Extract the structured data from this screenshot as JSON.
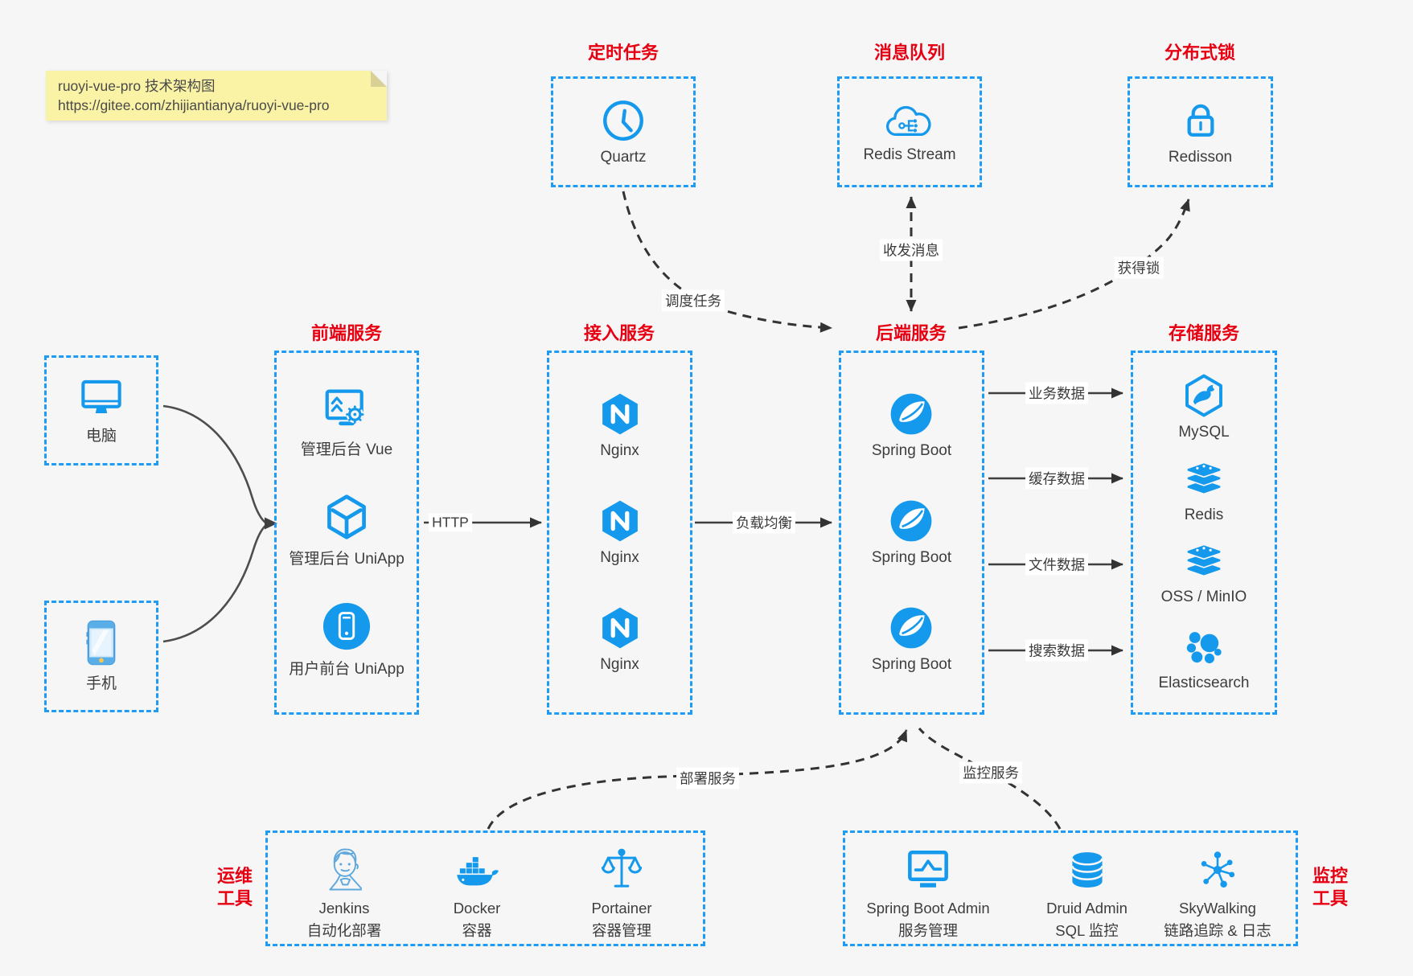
{
  "note": {
    "line1": "ruoyi-vue-pro 技术架构图",
    "line2": "https://gitee.com/zhijiantianya/ruoyi-vue-pro"
  },
  "top_groups": {
    "scheduled": {
      "title": "定时任务",
      "item": "Quartz"
    },
    "mq": {
      "title": "消息队列",
      "item": "Redis Stream"
    },
    "lock": {
      "title": "分布式锁",
      "item": "Redisson"
    }
  },
  "devices": {
    "pc": "电脑",
    "phone": "手机"
  },
  "frontend": {
    "title": "前端服务",
    "items": [
      {
        "label": "管理后台 Vue"
      },
      {
        "label": "管理后台 UniApp"
      },
      {
        "label": "用户前台 UniApp"
      }
    ]
  },
  "gateway": {
    "title": "接入服务",
    "items": [
      {
        "label": "Nginx"
      },
      {
        "label": "Nginx"
      },
      {
        "label": "Nginx"
      }
    ]
  },
  "backend": {
    "title": "后端服务",
    "items": [
      {
        "label": "Spring Boot"
      },
      {
        "label": "Spring Boot"
      },
      {
        "label": "Spring Boot"
      }
    ]
  },
  "storage": {
    "title": "存储服务",
    "items": [
      {
        "label": "MySQL"
      },
      {
        "label": "Redis"
      },
      {
        "label": "OSS / MinIO"
      },
      {
        "label": "Elasticsearch"
      }
    ]
  },
  "ops": {
    "title_line1": "运维",
    "title_line2": "工具",
    "items": [
      {
        "name": "Jenkins",
        "desc": "自动化部署"
      },
      {
        "name": "Docker",
        "desc": "容器"
      },
      {
        "name": "Portainer",
        "desc": "容器管理"
      }
    ]
  },
  "monitoring": {
    "title_line1": "监控",
    "title_line2": "工具",
    "items": [
      {
        "name": "Spring Boot Admin",
        "desc": "服务管理"
      },
      {
        "name": "Druid Admin",
        "desc": "SQL 监控"
      },
      {
        "name": "SkyWalking",
        "desc": "链路追踪 & 日志"
      }
    ]
  },
  "edges": {
    "http": "HTTP",
    "load_balance": "负载均衡",
    "business_data": "业务数据",
    "cache_data": "缓存数据",
    "file_data": "文件数据",
    "search_data": "搜索数据",
    "schedule_task": "调度任务",
    "send_receive_message": "收发消息",
    "acquire_lock": "获得锁",
    "deploy_service": "部署服务",
    "monitor_service": "监控服务"
  },
  "colors": {
    "accent_blue": "#1499EC",
    "border_blue": "#1E9BF5",
    "title_red": "#E60012",
    "note_bg": "#FAF3A6",
    "arrow_dark": "#333333"
  }
}
